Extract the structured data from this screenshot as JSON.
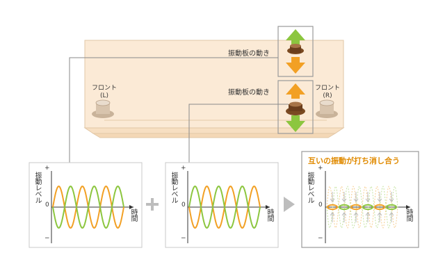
{
  "speaker": {
    "front_l": "フロント\n(L)",
    "front_r": "フロント\n(R)",
    "diaphragm_top": "振動板の動き",
    "diaphragm_bottom": "振動板の動き"
  },
  "graphs": [
    {
      "ylabel": "振動レベル",
      "xlabel": "時間",
      "plus": "+",
      "minus": "−",
      "zero": "0"
    },
    {
      "ylabel": "振動レベル",
      "xlabel": "時間",
      "plus": "+",
      "minus": "−",
      "zero": "0"
    },
    {
      "ylabel": "振動レベル",
      "xlabel": "時間",
      "plus": "+",
      "minus": "−",
      "zero": "0",
      "title": "互いの振動が打ち消し合う"
    }
  ],
  "operators": {
    "plus_sign": "+"
  },
  "colors": {
    "orange": "#f2a024",
    "green": "#8cc63f",
    "box_fill": "#fbead6",
    "box_stroke": "#e2c7a6",
    "frame": "#bdbdbd"
  },
  "icons": [
    "speaker-left-icon",
    "speaker-right-icon",
    "arrow-up-down-green-icon",
    "arrow-up-down-orange-icon",
    "play-arrow-icon"
  ]
}
